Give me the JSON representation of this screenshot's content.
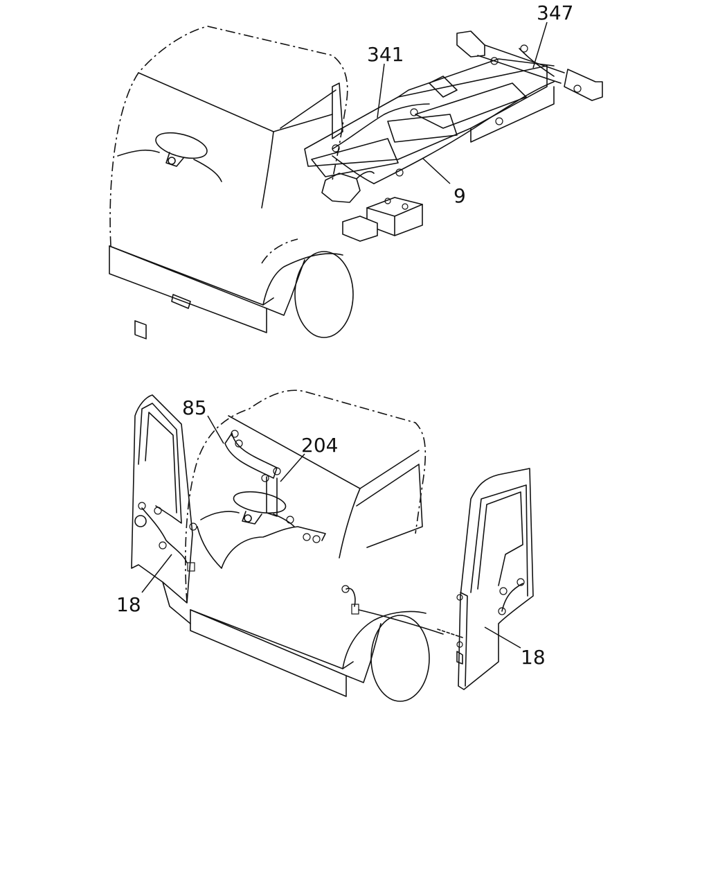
{
  "callouts": {
    "top": {
      "c347": "347",
      "c341": "341",
      "c9": "9"
    },
    "bottom": {
      "c85": "85",
      "c204": "204",
      "c18_left": "18",
      "c18_right": "18"
    }
  }
}
